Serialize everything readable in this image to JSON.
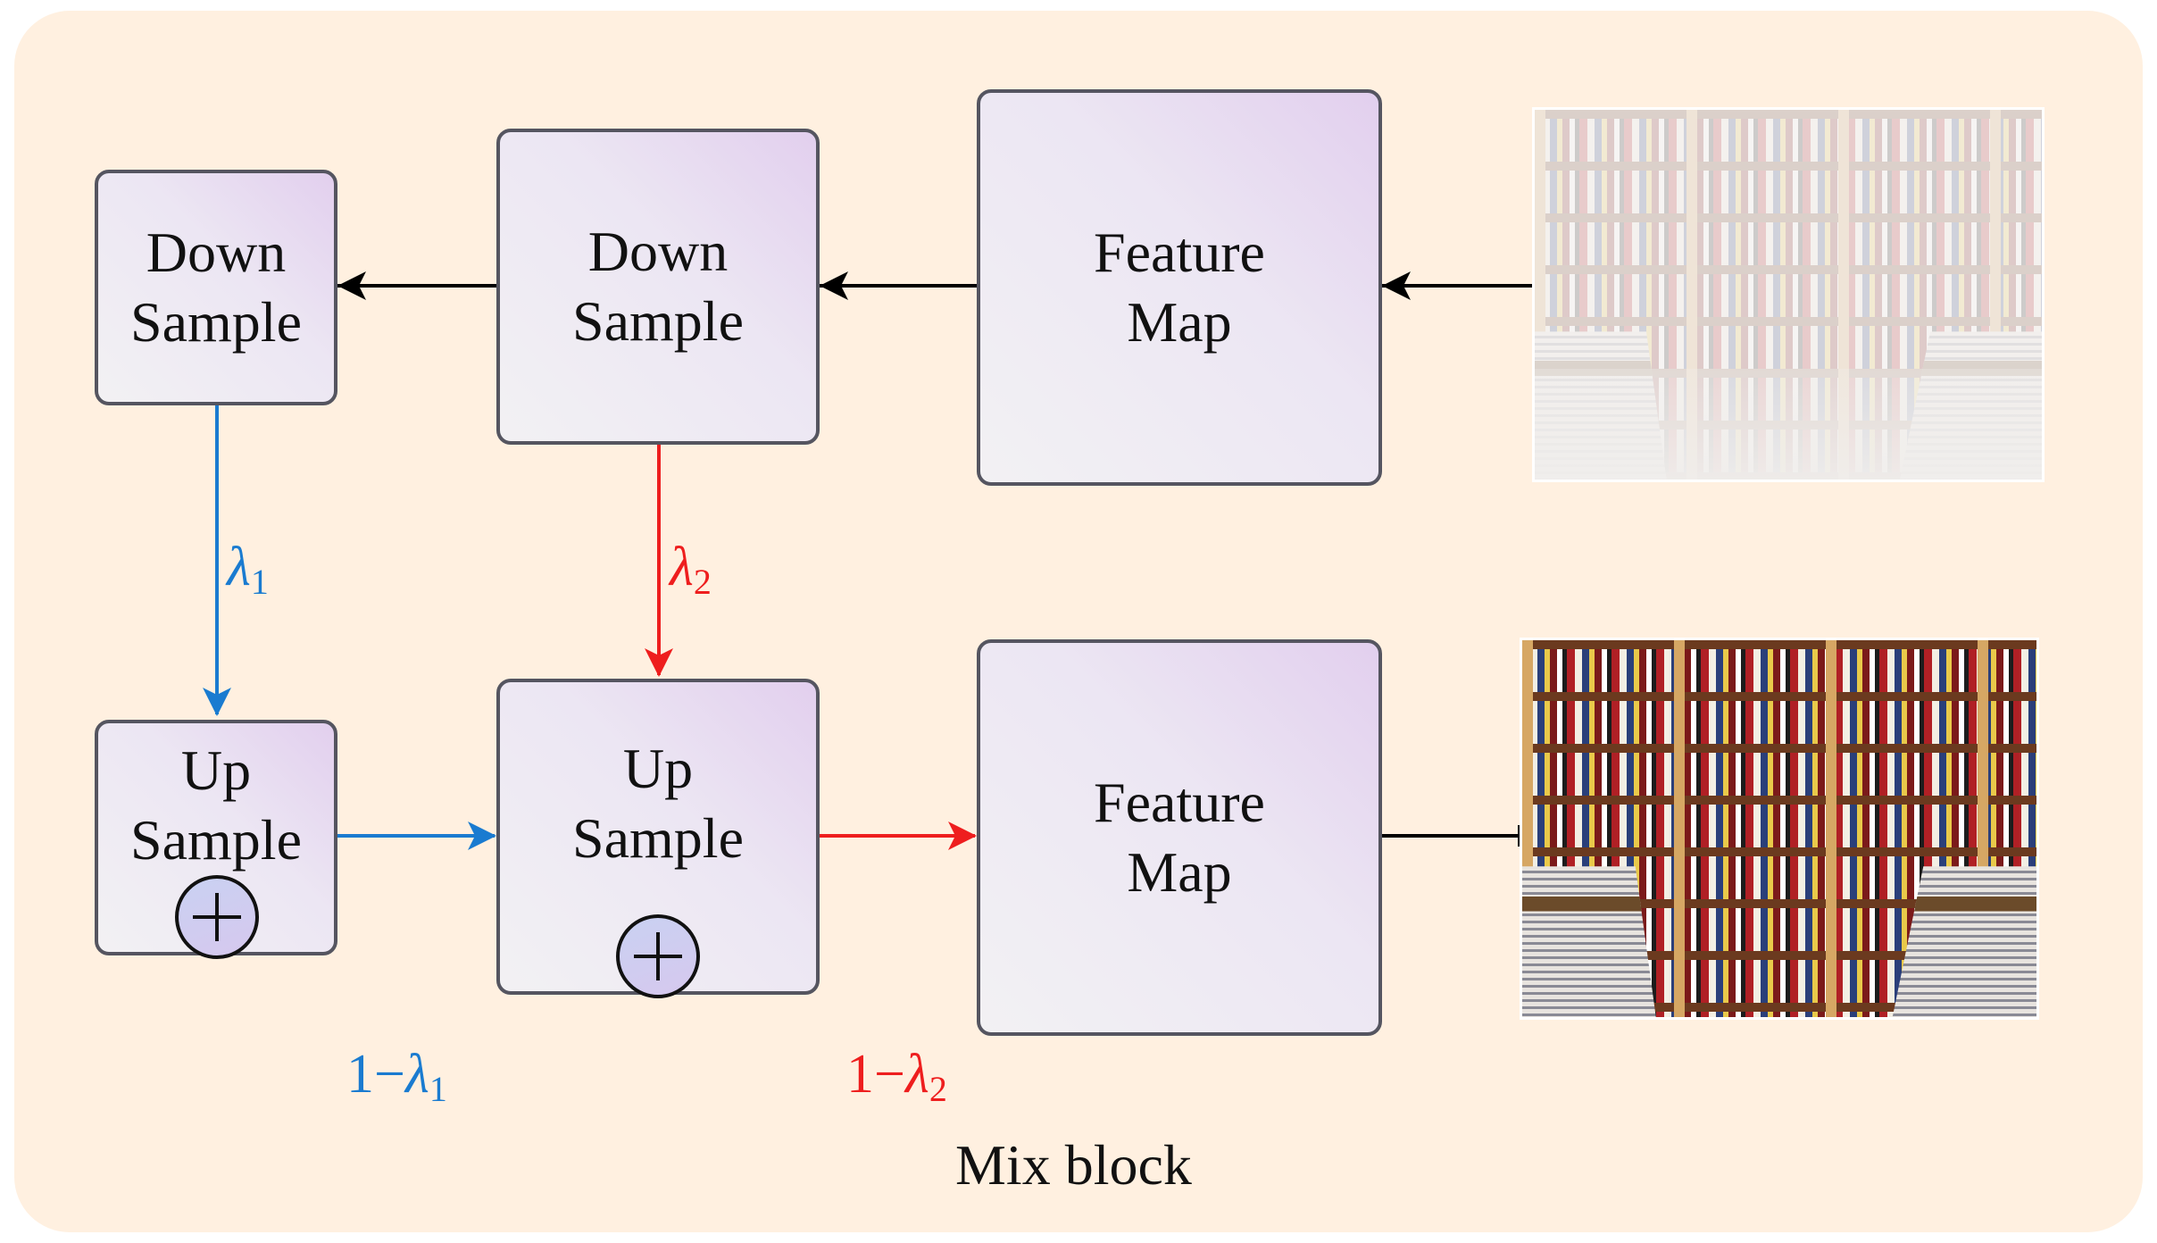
{
  "diagram": {
    "boxes": {
      "down_sample_1": {
        "line1": "Down",
        "line2": "Sample"
      },
      "down_sample_2": {
        "line1": "Down",
        "line2": "Sample"
      },
      "feature_map_top": {
        "line1": "Feature",
        "line2": "Map"
      },
      "up_sample_1": {
        "line1": "Up",
        "line2": "Sample"
      },
      "up_sample_2": {
        "line1": "Up",
        "line2": "Sample"
      },
      "feature_map_bottom": {
        "line1": "Feature",
        "line2": "Map"
      }
    },
    "labels": {
      "lambda1_symbol": "λ",
      "lambda1_sub": "1",
      "lambda2_symbol": "λ",
      "lambda2_sub": "2",
      "one_minus_lambda1_prefix": "1−",
      "one_minus_lambda1_symbol": "λ",
      "one_minus_lambda1_sub": "1",
      "one_minus_lambda2_prefix": "1−",
      "one_minus_lambda2_symbol": "λ",
      "one_minus_lambda2_sub": "2"
    },
    "caption": "Mix block",
    "colors": {
      "background": "#fff0e0",
      "lambda1": "#1a7bd0",
      "lambda2": "#ee1e1e",
      "arrow": "#000000"
    },
    "images": {
      "input": "hazy-bookstore-image",
      "output": "dehazed-bookstore-image"
    }
  }
}
